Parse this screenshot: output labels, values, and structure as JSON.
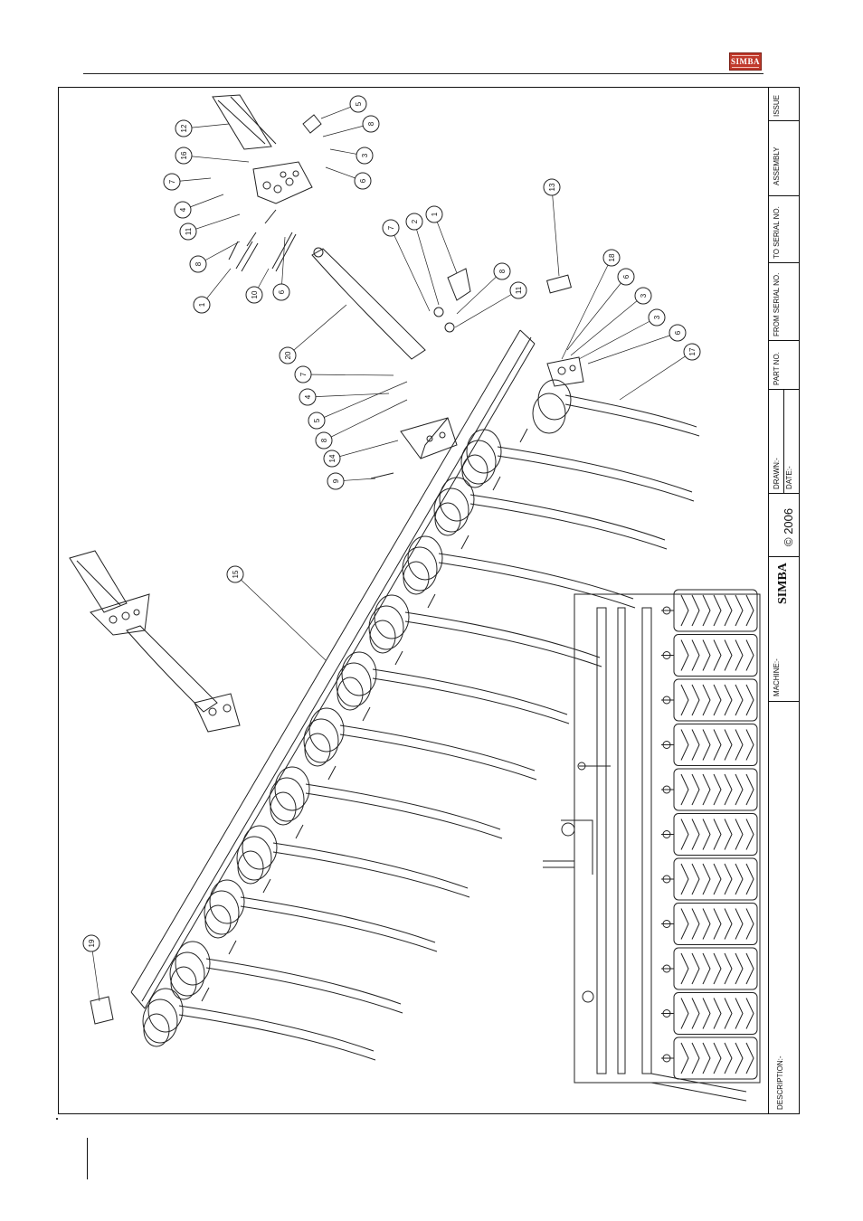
{
  "brand": {
    "logo_text": "SIMBA",
    "accent": "#c0392b"
  },
  "title_block": {
    "issue": "ISSUE",
    "assembly": "ASSEMBLY",
    "to_serial": "TO SERIAL NO.",
    "from_serial": "FROM SERIAL NO.",
    "part_no": "PART NO.",
    "drawn": "DRAWN:-",
    "date": "DATE:-",
    "copyright": "© 2006",
    "logo": "SIMBA",
    "machine": "MACHINE:-",
    "description": "DESCRIPTION:-"
  },
  "balloons": [
    "5",
    "8",
    "3",
    "6",
    "12",
    "16",
    "7",
    "4",
    "11",
    "8",
    "1",
    "10",
    "6",
    "13",
    "7",
    "2",
    "1",
    "8",
    "11",
    "20",
    "18",
    "6",
    "3",
    "3",
    "6",
    "17",
    "7",
    "4",
    "5",
    "8",
    "14",
    "9",
    "15",
    "19"
  ]
}
